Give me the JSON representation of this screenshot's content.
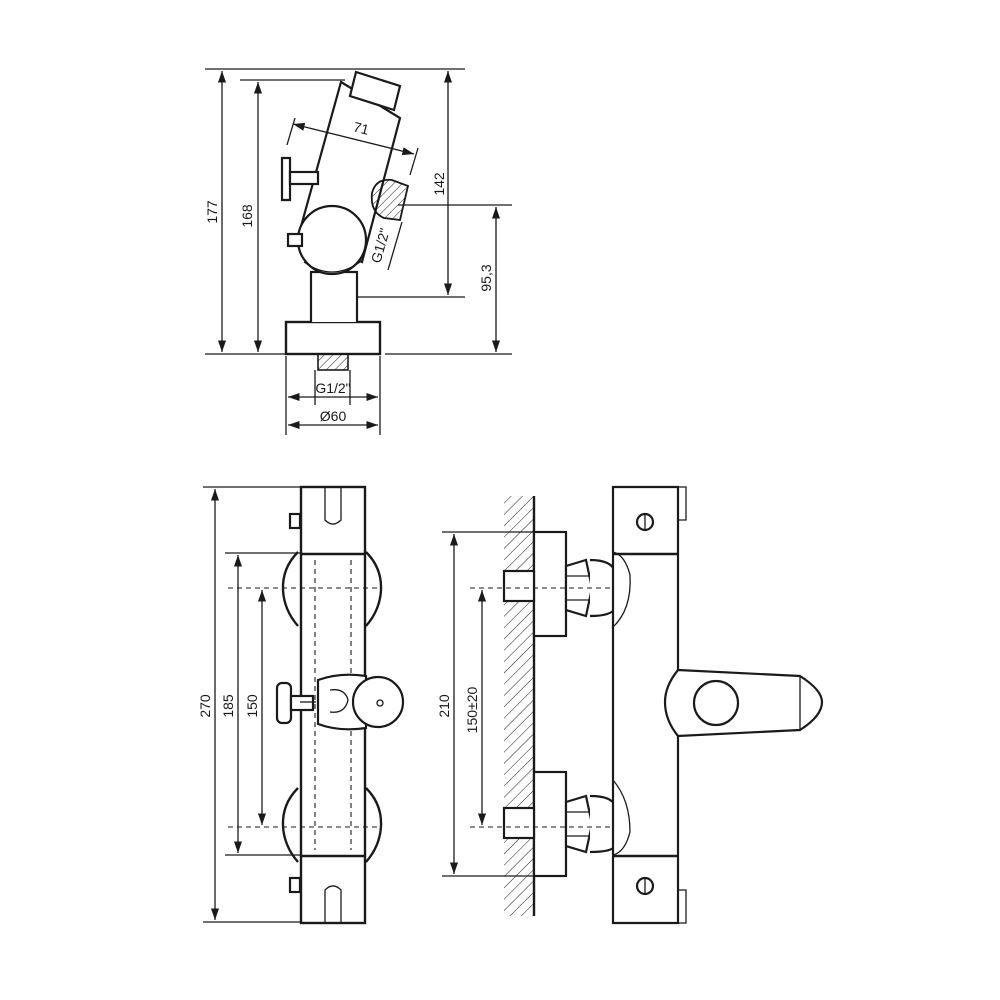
{
  "dimensions": {
    "side": {
      "d177": "177",
      "d168": "168",
      "d71": "71",
      "d142": "142",
      "d95": "95,3",
      "g_top": "G1/2\"",
      "g_bottom": "G1/2\"",
      "d60": "Ø60"
    },
    "front": {
      "d270": "270",
      "d185": "185",
      "d150": "150"
    },
    "wall": {
      "d210": "210",
      "d150pm": "150±20"
    }
  }
}
